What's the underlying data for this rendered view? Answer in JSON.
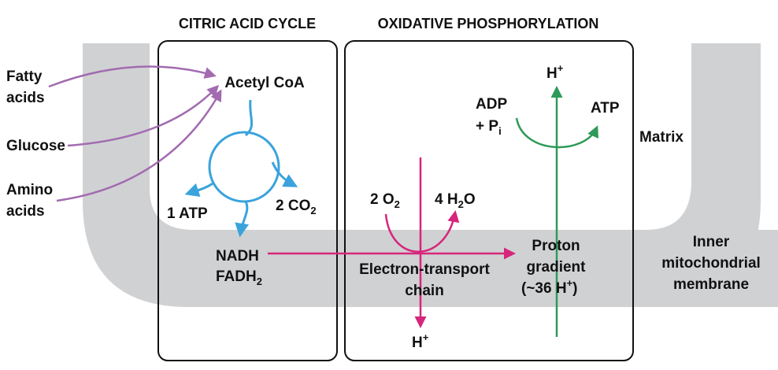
{
  "headers": {
    "citric": "CITRIC ACID CYCLE",
    "oxphos": "OXIDATIVE PHOSPHORYLATION"
  },
  "inputs": {
    "fatty_line1": "Fatty",
    "fatty_line2": "acids",
    "glucose": "Glucose",
    "amino_line1": "Amino",
    "amino_line2": "acids"
  },
  "citric": {
    "acetyl": "Acetyl CoA",
    "atp": "1 ATP",
    "co2_main": "2 CO",
    "co2_sub": "2",
    "nadh": "NADH",
    "fadh_main": "FADH",
    "fadh_sub": "2"
  },
  "oxphos": {
    "o2_main": "2 O",
    "o2_sub": "2",
    "h2o_main": "4 H",
    "h2o_sub": "2",
    "h2o_end": "O",
    "etc_line1": "Electron-transport",
    "etc_line2": "chain",
    "h_bottom": "H",
    "h_bottom_sup": "+",
    "h_top": "H",
    "h_top_sup": "+",
    "adp_line1": "ADP",
    "adp_plus": "+ P",
    "adp_sub": "i",
    "atp": "ATP",
    "proton_line1": "Proton",
    "proton_line2": "gradient",
    "proton_line3_start": "(~36 H",
    "proton_line3_sup": "+",
    "proton_line3_end": ")"
  },
  "side": {
    "matrix": "Matrix",
    "membrane_line1": "Inner",
    "membrane_line2": "mitochondrial",
    "membrane_line3": "membrane"
  },
  "colors": {
    "membrane": "#d0d1d3",
    "box_border": "#111111",
    "input_arrows": "#a26bb0",
    "citric_cycle": "#3aa3dc",
    "electron_flow": "#d6267b",
    "atp_synthase": "#2e9a57"
  }
}
